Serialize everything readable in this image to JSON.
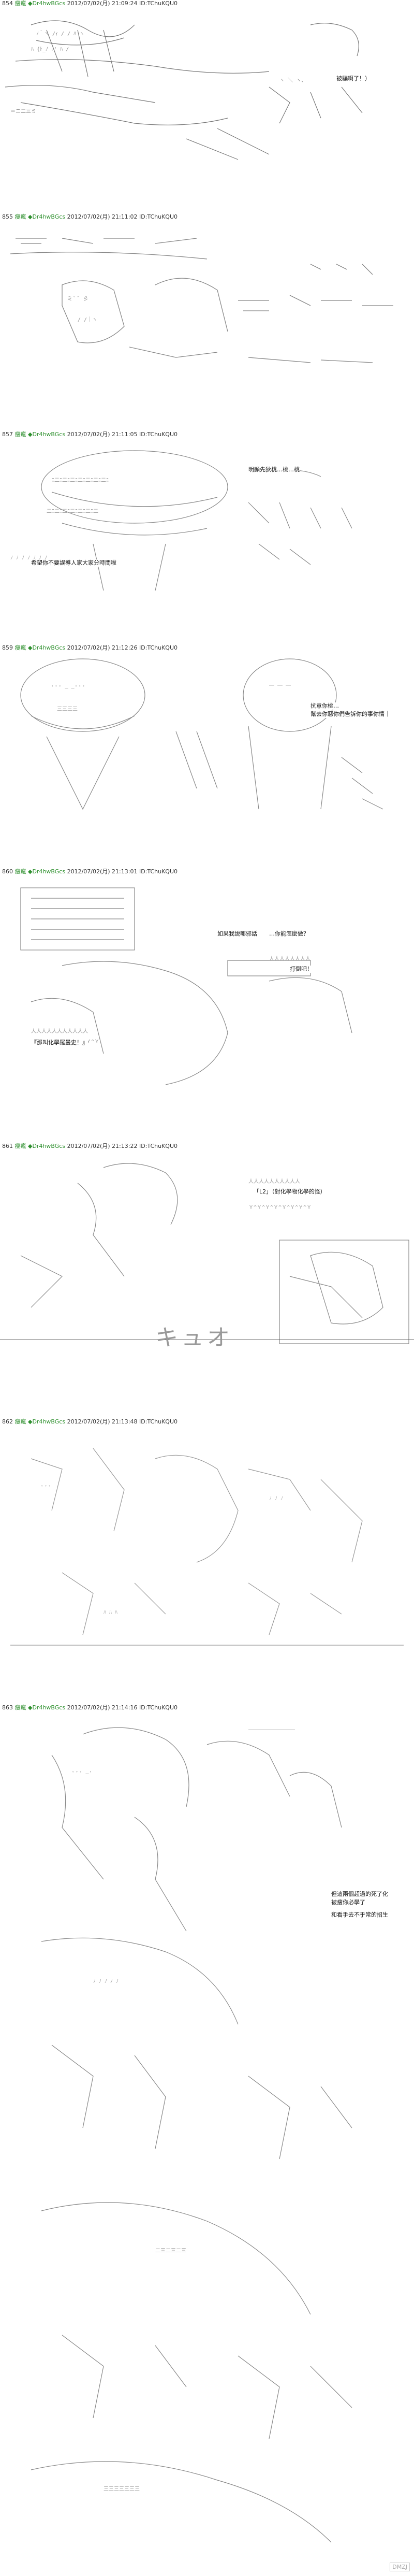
{
  "posts": [
    {
      "num": "854",
      "name": "瘦瘋",
      "trip": "◆Dr4hwBGcs",
      "meta": "2012/07/02(月) 21:09:24 ID:TChuKQU0",
      "lines": [
        "被騙啊了！）"
      ]
    },
    {
      "num": "855",
      "name": "瘦瘋",
      "trip": "◆Dr4hwBGcs",
      "meta": "2012/07/02(月) 21:11:02 ID:TChuKQU0",
      "lines": []
    },
    {
      "num": "857",
      "name": "瘦瘋",
      "trip": "◆Dr4hwBGcs",
      "meta": "2012/07/02(月) 21:11:05 ID:TChuKQU0",
      "lines": [
        "明顯先狄桃…桃…桃",
        "希望你不要誤導人家大家分時間啦"
      ]
    },
    {
      "num": "859",
      "name": "瘦瘋",
      "trip": "◆Dr4hwBGcs",
      "meta": "2012/07/02(月) 21:12:26 ID:TChuKQU0",
      "lines": [
        "抗意你桃…",
        "幫去你惡你們告訴你的事你情｜"
      ]
    },
    {
      "num": "860",
      "name": "瘦瘋",
      "trip": "◆Dr4hwBGcs",
      "meta": "2012/07/02(月) 21:13:01 ID:TChuKQU0",
      "lines": [
        "如果我說哪邪話",
        "…你能怎麼做？",
        "打倒吧！",
        "『那叫化學羅曼史！』"
      ]
    },
    {
      "num": "861",
      "name": "瘦瘋",
      "trip": "◆Dr4hwBGcs",
      "meta": "2012/07/02(月) 21:13:22 ID:TChuKQU0",
      "lines": [
        "「L2」（對化學物化學的怪）"
      ]
    },
    {
      "num": "862",
      "name": "瘦瘋",
      "trip": "◆Dr4hwBGcs",
      "meta": "2012/07/02(月) 21:13:48 ID:TChuKQU0",
      "lines": []
    },
    {
      "num": "863",
      "name": "瘦瘋",
      "trip": "◆Dr4hwBGcs",
      "meta": "2012/07/02(月) 21:14:16 ID:TChuKQU0",
      "lines": [
        "但這兩個超過的死了化",
        "被瘦你必學了",
        "和看手去不乎常的招生"
      ]
    }
  ],
  "katakana": "キュオ",
  "watermark": "DMZJ"
}
